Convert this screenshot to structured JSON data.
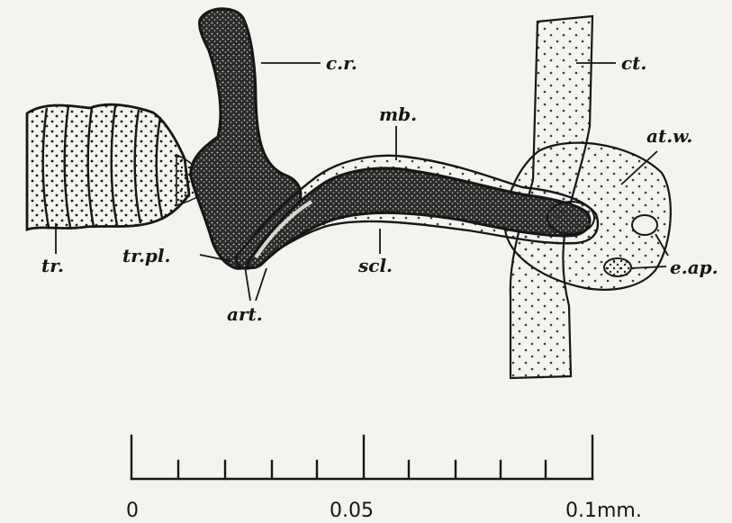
{
  "figure": {
    "labels": {
      "c_r": "c.r.",
      "ct": "ct.",
      "mb": "mb.",
      "at_w": "at.w.",
      "tr": "tr.",
      "tr_pl": "tr.pl.",
      "scl": "scl.",
      "e_ap": "e.ap.",
      "art": "art."
    },
    "scale_bar": {
      "tick_labels": [
        "0",
        "0.05",
        "0.1mm."
      ],
      "unit": "mm"
    },
    "colors": {
      "ink": "#161616",
      "paper": "#f4f3ee",
      "stipple_light": "#5a5a5a",
      "tissue_dark": "#2a2a2a"
    }
  }
}
